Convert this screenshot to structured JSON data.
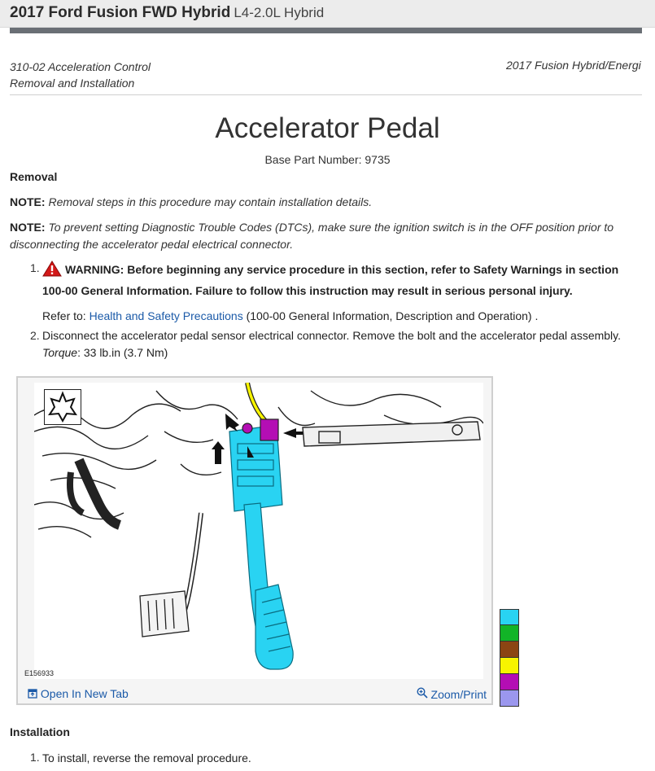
{
  "header": {
    "vehicle": "2017 Ford Fusion FWD Hybrid",
    "engine": "L4-2.0L Hybrid"
  },
  "doc_header": {
    "section_code": "310-02 Acceleration Control",
    "procedure_type": "Removal and Installation",
    "model_ref": "2017 Fusion Hybrid/Energi"
  },
  "title": "Accelerator Pedal",
  "base_part": "Base Part Number: 9735",
  "removal": {
    "heading": "Removal",
    "notes": [
      {
        "label": "NOTE:",
        "text": "Removal steps in this procedure may contain installation details."
      },
      {
        "label": "NOTE:",
        "text": "To prevent setting Diagnostic Trouble Codes (DTCs), make sure the ignition switch is in the OFF position prior to disconnecting the accelerator pedal electrical connector."
      }
    ],
    "steps": [
      {
        "num": "1.",
        "warning": "WARNING: Before beginning any service procedure in this section, refer to Safety Warnings in section 100-00 General Information. Failure to follow this instruction may result in serious personal injury.",
        "refer_prefix": "Refer to: ",
        "refer_link": "Health and Safety Precautions",
        "refer_suffix": " (100-00 General Information, Description and Operation) ."
      },
      {
        "num": "2.",
        "text": "Disconnect the accelerator pedal sensor electrical connector. Remove the bolt and the accelerator pedal assembly.",
        "torque_label": "Torque",
        "torque_value": ": 33 lb.in (3.7 Nm)"
      }
    ]
  },
  "figure": {
    "id": "E156933",
    "open_tab": "Open In New Tab",
    "zoom": "Zoom/Print"
  },
  "color_swatches": [
    "#29d3f2",
    "#12b427",
    "#8b4513",
    "#f7f400",
    "#b40eb4",
    "#9b97ee"
  ],
  "installation": {
    "heading": "Installation",
    "steps": [
      {
        "num": "1.",
        "text": "To install, reverse the removal procedure."
      }
    ]
  }
}
